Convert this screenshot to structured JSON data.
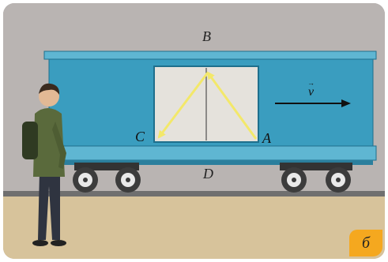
{
  "labels": {
    "top_point": "B",
    "bottom_point": "D",
    "left_point": "C",
    "right_point": "A",
    "velocity": "v",
    "velocity_accent": "→",
    "panel": "б"
  },
  "colors": {
    "wall": "#b9b4b2",
    "floor": "#d7c39b",
    "rail": "#6f6f6f",
    "wagon_body": "#3a9dbf",
    "wagon_trim": "#5fb6d2",
    "wagon_outline": "#1f6f8c",
    "window": "#e5e2dc",
    "light_ray": "#f3e86a",
    "badge": "#f5a81f"
  },
  "icons": {
    "velocity_arrow": "arrow-right-icon",
    "observer": "person-icon",
    "wheels": "wheel-icon"
  }
}
